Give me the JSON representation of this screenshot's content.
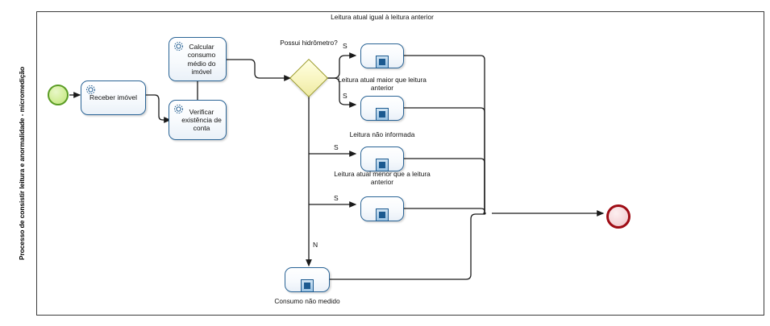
{
  "diagram": {
    "type": "bpmn-process",
    "pool": {
      "lane_label": "Processo de consistir leitura e anormalidade - micromedição"
    },
    "events": [
      {
        "id": "start",
        "name": "start-event",
        "kind": "start",
        "label": ""
      },
      {
        "id": "end",
        "name": "end-event",
        "kind": "end",
        "label": ""
      }
    ],
    "tasks": [
      {
        "id": "t1",
        "label": "Receber imóvel",
        "icon": "gear-icon"
      },
      {
        "id": "t2",
        "label": "Calcular consumo médio do imóvel",
        "icon": "gear-icon"
      },
      {
        "id": "t3",
        "label": "Verificar existência de conta",
        "icon": "gear-icon"
      }
    ],
    "gateway": {
      "id": "g1",
      "label": "Possui hidrômetro?",
      "kind": "exclusive"
    },
    "subprocesses": [
      {
        "id": "sp1",
        "label": "Leitura atual igual à leitura anterior",
        "marker": "plus"
      },
      {
        "id": "sp2",
        "label": "Leitura atual maior que leitura anterior",
        "marker": "plus"
      },
      {
        "id": "sp3",
        "label": "Leitura não informada",
        "marker": "plus"
      },
      {
        "id": "sp4",
        "label": "Leitura atual menor que a leitura anterior",
        "marker": "plus"
      },
      {
        "id": "sp5",
        "label": "Consumo não medido",
        "marker": "plus"
      }
    ],
    "edge_labels": [
      {
        "id": "e1",
        "label": "S"
      },
      {
        "id": "e2",
        "label": "S"
      },
      {
        "id": "e3",
        "label": "S"
      },
      {
        "id": "e4",
        "label": "S"
      },
      {
        "id": "e5",
        "label": "N"
      }
    ],
    "colors": {
      "start_border": "#5a9c24",
      "start_fill": "#d3ee9b",
      "end_border": "#9e0b14",
      "end_fill": "#f6d9dc",
      "task_border": "#2a6496",
      "task_fill": "#f2f7fc",
      "gateway_border": "#9a9a28",
      "gateway_fill": "#f8f5c0",
      "connector": "#1a1a1a",
      "pool_border": "#3c3c3c"
    }
  }
}
